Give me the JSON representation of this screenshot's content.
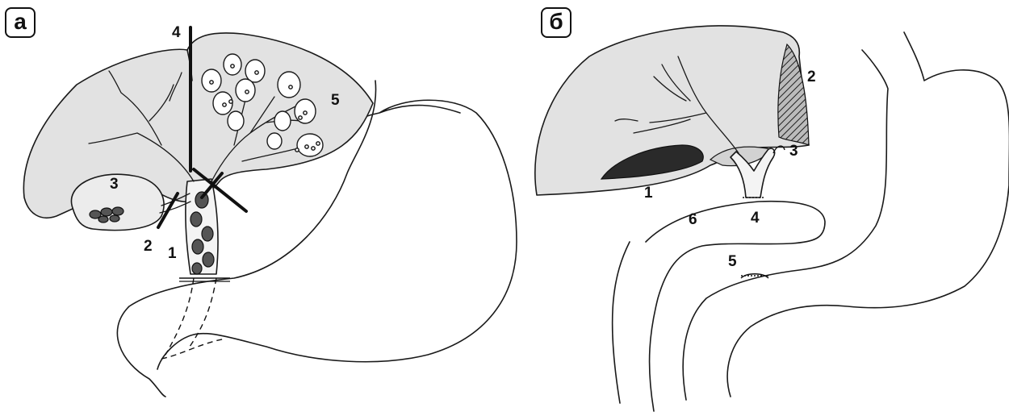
{
  "panels": [
    {
      "label": "а",
      "numbers": {
        "n1": "1",
        "n2": "2",
        "n3": "3",
        "n4": "4",
        "n5": "5"
      }
    },
    {
      "label": "б",
      "numbers": {
        "n1": "1",
        "n2": "2",
        "n3": "3",
        "n4": "4",
        "n5": "5",
        "n6": "6"
      }
    }
  ]
}
